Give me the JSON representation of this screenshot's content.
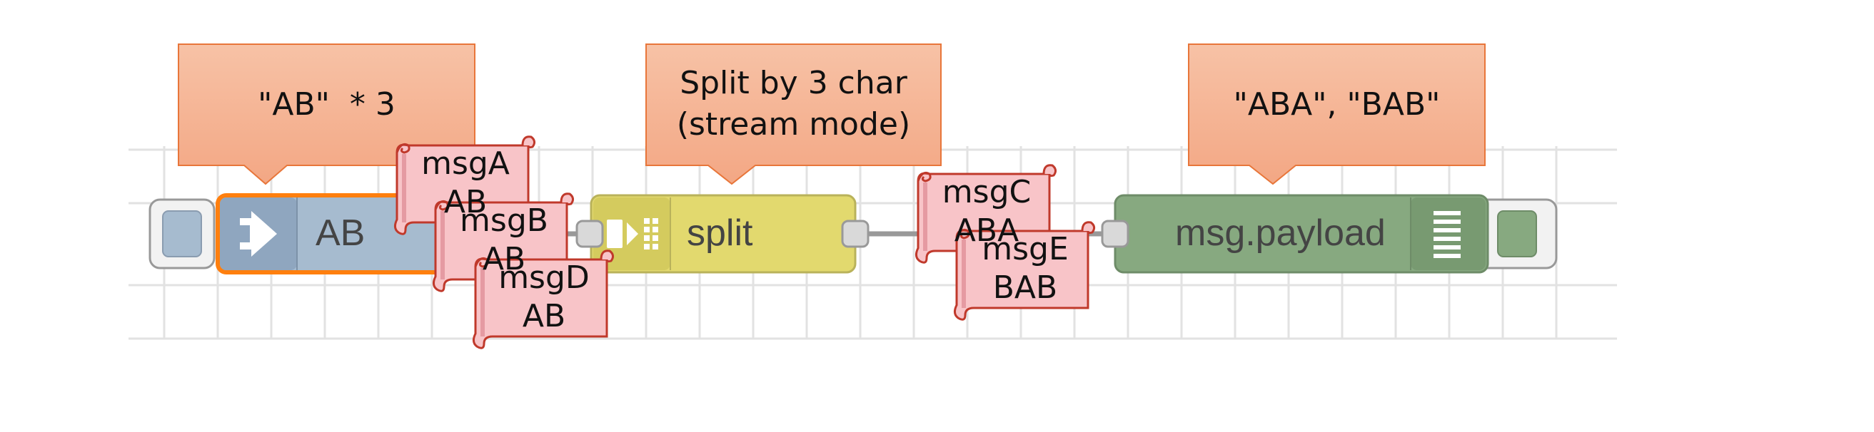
{
  "callouts": {
    "inject": "\"AB\"  * 3",
    "split_line1": "Split by 3 char",
    "split_line2": "(stream mode)",
    "debug": "\"ABA\", \"BAB\""
  },
  "nodes": {
    "inject_label": "AB",
    "split_label": "split",
    "debug_label": "msg.payload"
  },
  "messages": {
    "msgA": {
      "name": "msgA",
      "payload": "AB"
    },
    "msgB": {
      "name": "msgB",
      "payload": "AB"
    },
    "msgD": {
      "name": "msgD",
      "payload": "AB"
    },
    "msgC": {
      "name": "msgC",
      "payload": "ABA"
    },
    "msgE": {
      "name": "msgE",
      "payload": "BAB"
    }
  },
  "colors": {
    "callout_fill": "#f5b395",
    "callout_stroke": "#e8763a",
    "inject_node": "#a6bbcf",
    "inject_selected_border": "#ff7f0e",
    "split_node": "#e2d96e",
    "debug_node": "#87a980",
    "scroll_fill": "#f8c4c8",
    "scroll_stroke": "#c0392b",
    "grid": "#e2e2e2",
    "wire": "#888888"
  },
  "icons": {
    "inject": "arrow-in-icon",
    "split": "split-icon",
    "debug": "debug-list-icon"
  }
}
